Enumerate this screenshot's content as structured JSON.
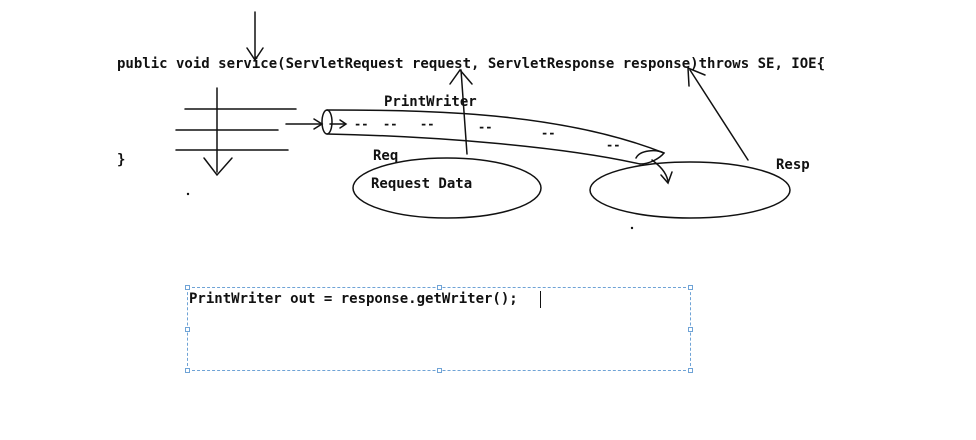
{
  "diagram": {
    "signature": "public void service(ServletRequest request, ServletResponse response)throws SE, IOE{",
    "closing_brace": "}",
    "printwriter_label": "PrintWriter",
    "req_label": "Req",
    "request_data_label": "Request Data",
    "resp_label": "Resp",
    "stream_dashes": [
      "--",
      "--",
      "--",
      "--",
      "--",
      "--"
    ],
    "stroke_color": "#111111"
  },
  "textbox": {
    "code": "PrintWriter out = response.getWriter();",
    "border_color": "#6fa3d6"
  }
}
